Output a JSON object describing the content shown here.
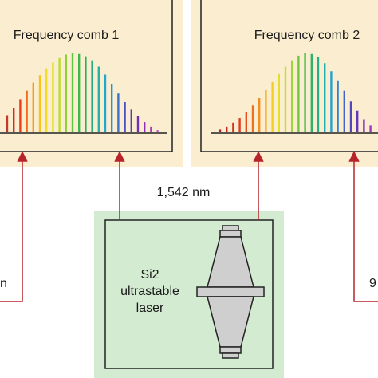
{
  "comb1": {
    "title": "Frequency comb 1",
    "panel_color": "#fbeed0",
    "relative_amplitudes": [
      0.3,
      0.43,
      0.58,
      0.73,
      0.87,
      1.0,
      1.12,
      1.22,
      1.3,
      1.36,
      1.38,
      1.37,
      1.33,
      1.26,
      1.15,
      1.01,
      0.85,
      0.68,
      0.53,
      0.4,
      0.28,
      0.18,
      0.1,
      0.04
    ],
    "line_colors": [
      "#c0392b",
      "#d9281e",
      "#e8401d",
      "#ef6a1d",
      "#f59b24",
      "#f6c421",
      "#f1de24",
      "#d9e22e",
      "#b7dc32",
      "#8fd238",
      "#5fc53e",
      "#3db84a",
      "#2fae5c",
      "#22b083",
      "#1fb3a9",
      "#23a8cc",
      "#2c8fd5",
      "#3a70cf",
      "#4a52c5",
      "#5b39bd",
      "#7230b8",
      "#8b2fb5",
      "#a73bbd",
      "#c05ac9"
    ]
  },
  "comb2": {
    "title": "Frequency comb 2",
    "panel_color": "#fbeed0",
    "relative_amplitudes": [
      0.05,
      0.1,
      0.17,
      0.25,
      0.35,
      0.47,
      0.6,
      0.74,
      0.88,
      1.02,
      1.15,
      1.26,
      1.34,
      1.38,
      1.37,
      1.31,
      1.21,
      1.07,
      0.91,
      0.73,
      0.54,
      0.38,
      0.23,
      0.12
    ],
    "line_colors": [
      "#b92224",
      "#c52822",
      "#d23021",
      "#de3c1f",
      "#e8511e",
      "#ef6f1f",
      "#f38f22",
      "#f6b024",
      "#f2cf25",
      "#e2e02a",
      "#c3de31",
      "#9bd537",
      "#70c93e",
      "#47bc49",
      "#30b06a",
      "#22b18f",
      "#20aeb4",
      "#26a0d2",
      "#3283d4",
      "#4164cc",
      "#5147c2",
      "#6636bb",
      "#8031b6",
      "#a135bb"
    ]
  },
  "arrow_color": "#b8232a",
  "wavelength_label": "1,542 nm",
  "laser": {
    "panel_color": "#d3ebd0",
    "line1": "Si2",
    "line2": "ultrastable",
    "line3": "laser"
  },
  "left_edge_text": "n",
  "right_edge_text": "9"
}
